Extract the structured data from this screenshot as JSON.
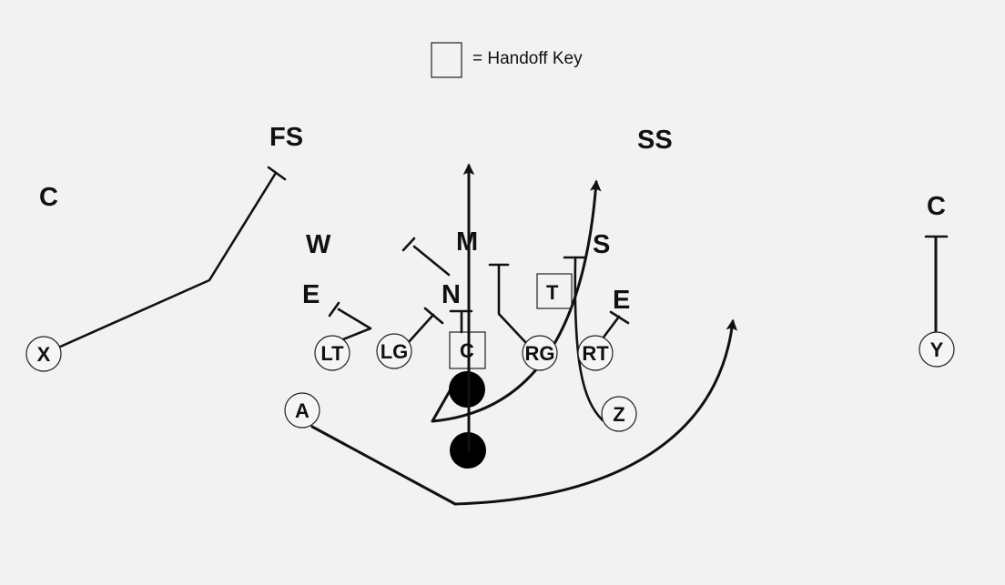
{
  "legend": {
    "symbol": "square-box",
    "text": "= Handoff Key"
  },
  "defense": {
    "fs": "FS",
    "ss": "SS",
    "corner_left": "C",
    "corner_right": "C",
    "will": "W",
    "mike": "M",
    "sam": "S",
    "end_left": "E",
    "end_right": "E",
    "nose": "N",
    "tackle_key": "T"
  },
  "offense": {
    "x": "X",
    "lt": "LT",
    "lg": "LG",
    "c": "C",
    "rg": "RG",
    "rt": "RT",
    "y": "Y",
    "a": "A",
    "z": "Z"
  },
  "colors": {
    "background": "#f3f2f2",
    "ink": "#111111"
  }
}
